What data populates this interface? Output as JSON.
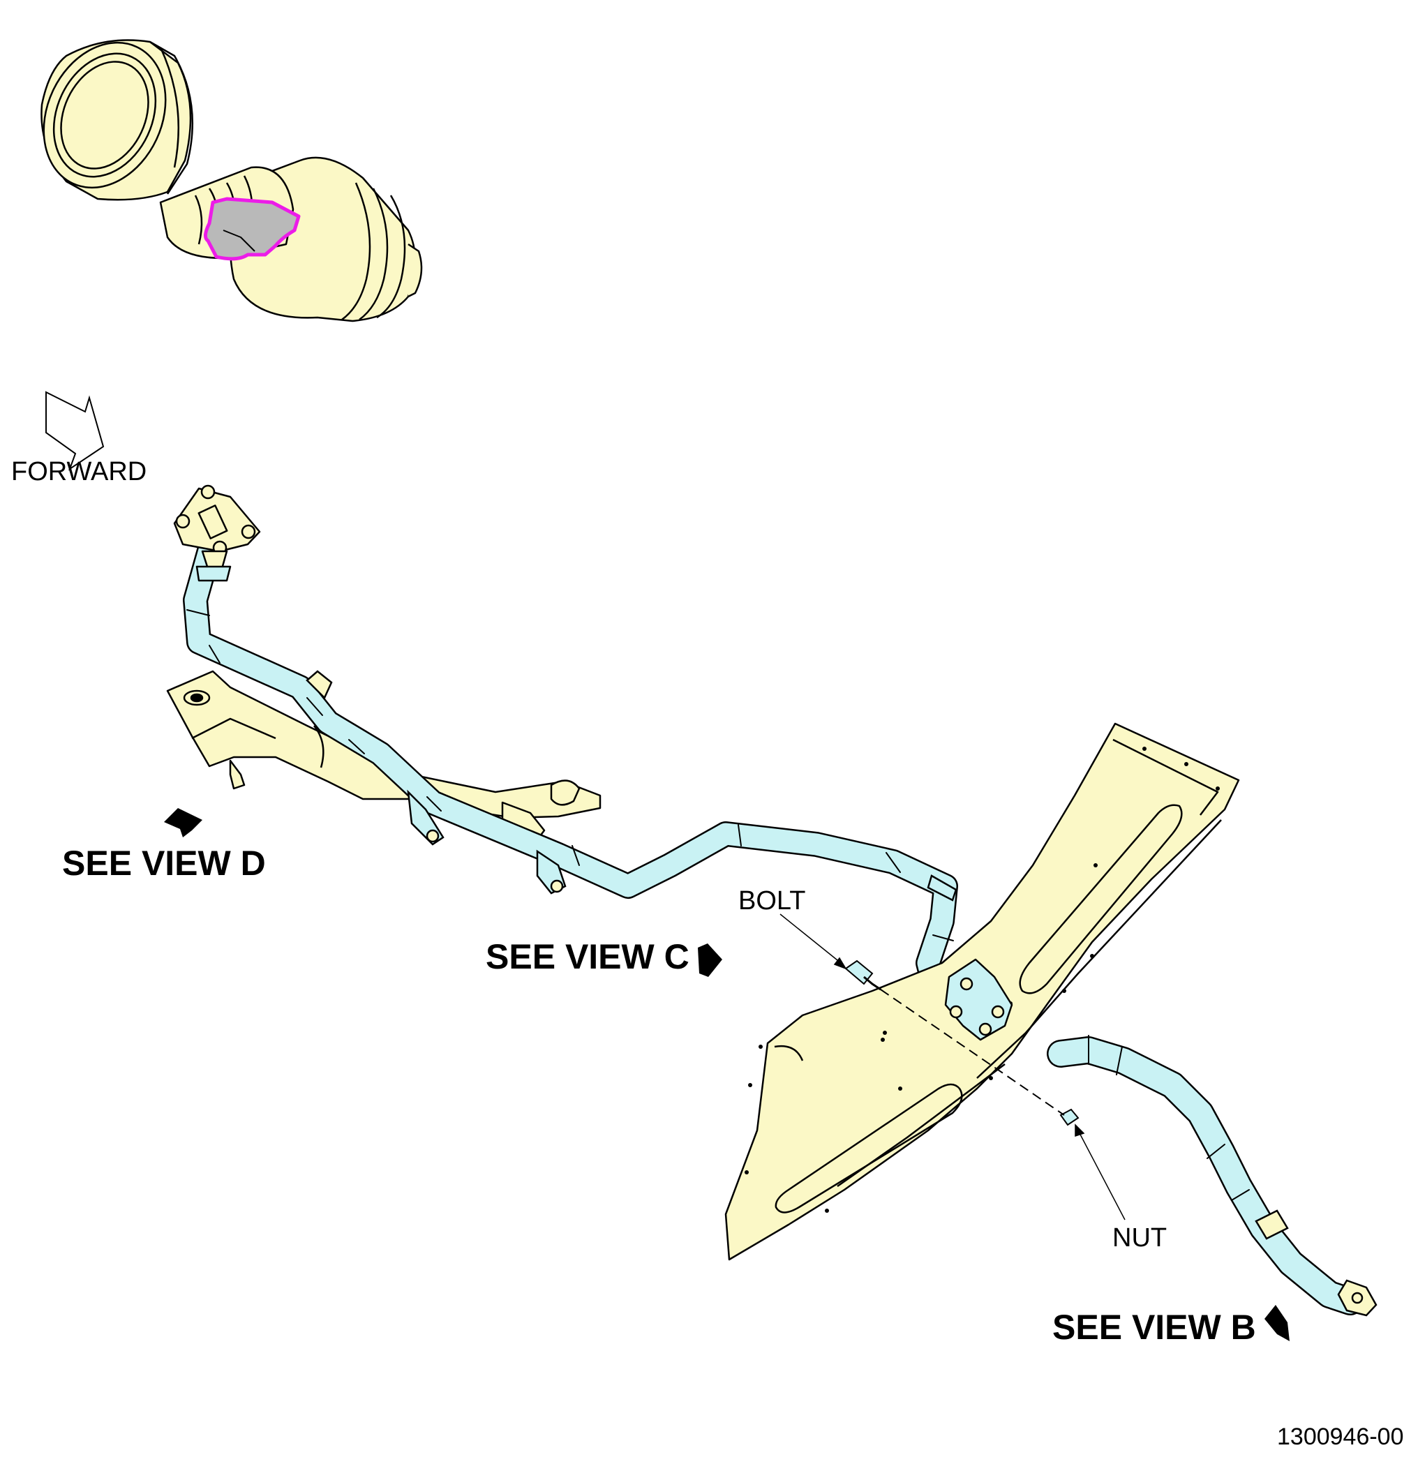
{
  "labels": {
    "forward": "FORWARD",
    "see_view_d": "SEE VIEW D",
    "see_view_c": "SEE VIEW C",
    "see_view_b": "SEE VIEW B",
    "bolt": "BOLT",
    "nut": "NUT",
    "figure_number": "1300946-00"
  },
  "colors": {
    "part_fill": "#fbf8c6",
    "tube_fill": "#c9f2f4",
    "highlight_outline": "#ec1ce8",
    "highlight_fill": "#b9b9b9",
    "line": "#000000"
  }
}
